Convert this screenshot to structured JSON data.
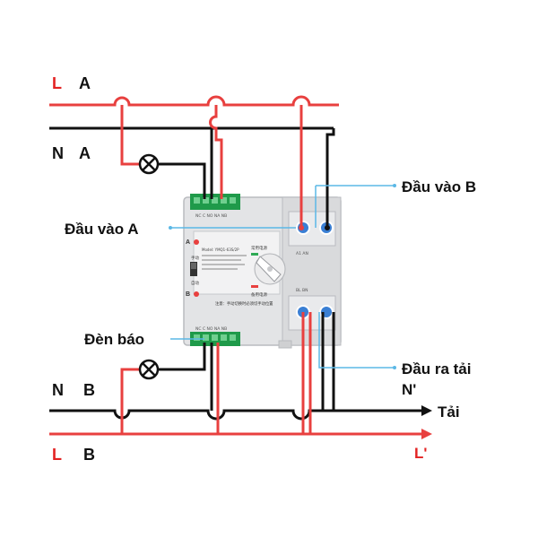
{
  "labels": {
    "l_a_letter": "L",
    "l_a_name": "A",
    "n_a_letter": "N",
    "n_a_name": "A",
    "n_b_letter": "N",
    "n_b_name": "B",
    "l_b_letter": "L",
    "l_b_name": "B",
    "input_a": "Đầu vào A",
    "input_b": "Đầu vào B",
    "indicator": "Đèn báo",
    "output": "Đầu ra tải",
    "n_prime": "N'",
    "load": "Tải",
    "l_prime": "L'"
  },
  "device": {
    "marker_a": "A",
    "marker_b": "B",
    "model": "Model: YMQ1-63S/2P",
    "notice": "注意：手动切换时必须切手动位置",
    "source_a_text": "常用电源",
    "source_b_text": "备用电源",
    "auto_text": "自动",
    "manual_text": "手动",
    "top_terminal_codes": "NC  C  NO  NA  NB",
    "bottom_terminal_codes": "NC  C  NO  NA  NB",
    "right_top_codes": "A1   AN",
    "right_bottom_codes": "BL   BN"
  },
  "colors": {
    "live": "#e8403f",
    "neutral": "#111111",
    "leader": "#5bb8e6",
    "label_red": "#e32222",
    "terminal_green": "#1f9a4a"
  }
}
